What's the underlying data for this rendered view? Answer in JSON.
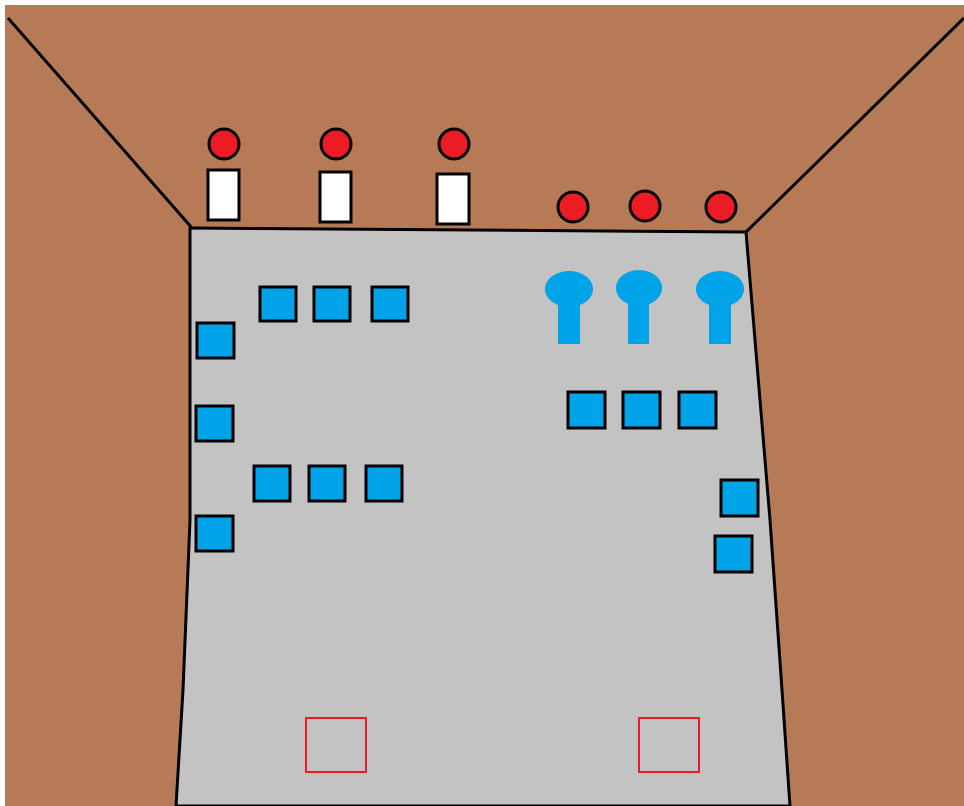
{
  "colors": {
    "wall": "#b67a56",
    "floor": "#c3c3c3",
    "edge": "#000000",
    "person_head": "#ec1c24",
    "person_body": "#ffffff",
    "square": "#00a2e8",
    "keyhole": "#00a2e8",
    "marker_outline": "#ed1c24",
    "background": "#ffffff"
  },
  "scene": {
    "standing_figures": 3,
    "floating_heads": 3,
    "left_square_rows": 2,
    "left_column_squares": 3,
    "keyhole_icons": 3,
    "right_square_row": 3,
    "right_edge_squares": 2,
    "floor_markers": 2
  }
}
